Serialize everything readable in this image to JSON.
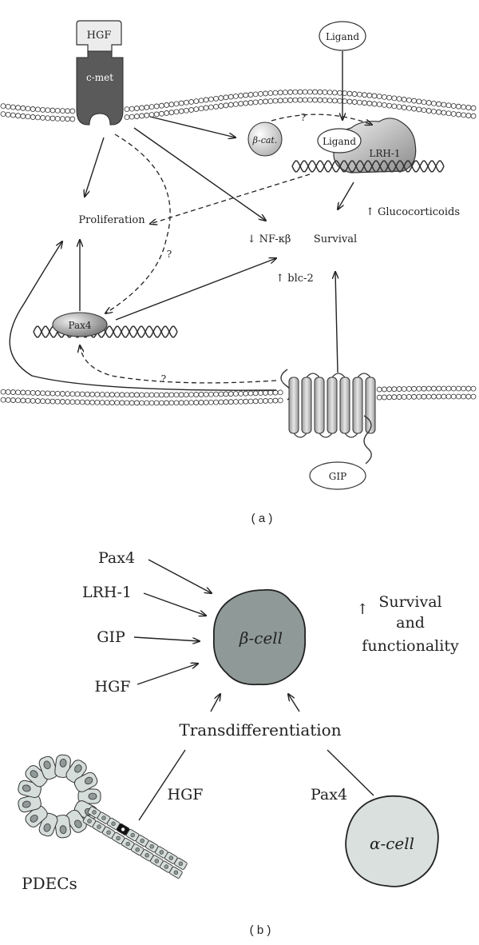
{
  "panel_a": {
    "caption": "( a )",
    "nodes": {
      "hgf": "HGF",
      "cmet": "c-met",
      "ligand_top": "Ligand",
      "ligand_bound": "Ligand",
      "lrh1": "LRH-1",
      "bcat": "β-cat.",
      "proliferation": "Proliferation",
      "nfkb": "↓ NF-κβ",
      "survival": "Survival",
      "glucocorticoids": "↑ Glucocorticoids",
      "blc2": "↑ blc-2",
      "pax4": "Pax4",
      "gip": "GIP"
    },
    "question_marks": [
      "?",
      "?",
      "?"
    ]
  },
  "panel_b": {
    "caption": "( b )",
    "inputs": [
      "Pax4",
      "LRH-1",
      "GIP",
      "HGF"
    ],
    "beta_cell": "β-cell",
    "alpha_cell": "α-cell",
    "effect_arrow": "↑",
    "effect_line1": "Survival",
    "effect_line2": "and",
    "effect_line3": "functionality",
    "transdifferentiation": "Transdifferentiation",
    "hgf_link": "HGF",
    "pax4_link": "Pax4",
    "pdecs": "PDECs"
  },
  "colors": {
    "beta_cell": "#8f9a98",
    "alpha_cell": "#d9e0de",
    "receptor": "#5a5a5a",
    "ductal_cell": "#d6dedc"
  }
}
